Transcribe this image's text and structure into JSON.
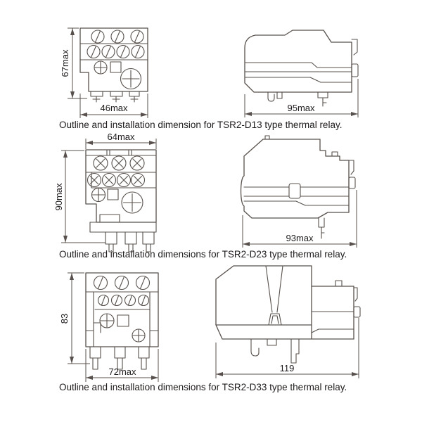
{
  "page": {
    "background": "#ffffff"
  },
  "colors": {
    "line": "#57504c",
    "text": "#1e1b1a"
  },
  "relays": [
    {
      "model": "TSR2-D13",
      "front_height": "67max",
      "front_width": "46max",
      "side_width": "95max",
      "caption": "Outline and installation dimension for TSR2-D13 type thermal relay."
    },
    {
      "model": "TSR2-D23",
      "front_height": "90max",
      "front_width": "64max",
      "side_width": "93max",
      "caption": "Outline and installation dimensions for TSR2-D23 type thermal relay."
    },
    {
      "model": "TSR2-D33",
      "front_height": "83",
      "front_width": "72max",
      "side_width": "119",
      "caption": "Outline and installation dimensions for TSR2-D33 type thermal relay."
    }
  ]
}
